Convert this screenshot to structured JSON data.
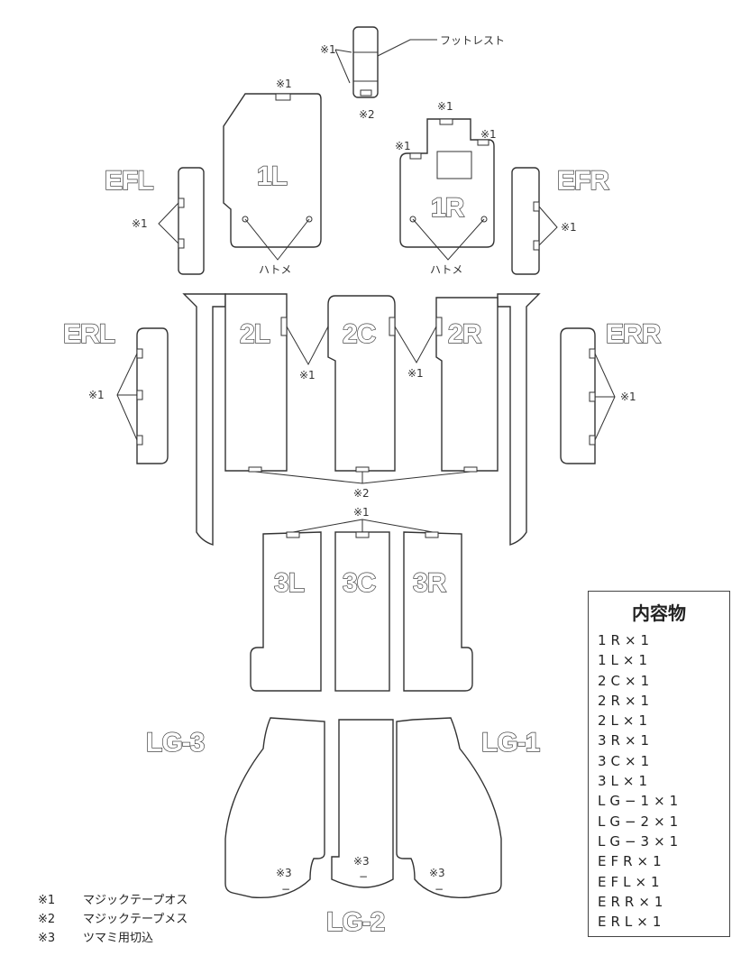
{
  "labels": {
    "EFL": "EFL",
    "L1": "1L",
    "R1": "1R",
    "EFR": "EFR",
    "ERL": "ERL",
    "L2": "2L",
    "C2": "2C",
    "R2": "2R",
    "ERR": "ERR",
    "L3": "3L",
    "C3": "3C",
    "R3": "3R",
    "LG3": "LG-3",
    "LG2": "LG-2",
    "LG1": "LG-1"
  },
  "annotations": {
    "footrest": "フットレスト",
    "grommet": "ハトメ",
    "m1": "※1",
    "m2": "※2",
    "m3": "※3",
    "dash": "−"
  },
  "legend": [
    {
      "mark": "※1",
      "text": "マジックテープオス"
    },
    {
      "mark": "※2",
      "text": "マジックテープメス"
    },
    {
      "mark": "※3",
      "text": "ツマミ用切込"
    }
  ],
  "contents": {
    "title": "内容物",
    "items": [
      "1R×1",
      "1L×1",
      "2C×1",
      "2R×1",
      "2L×1",
      "3R×1",
      "3C×1",
      "3L×1",
      "LG−1×1",
      "LG−2×1",
      "LG−3×1",
      "EFR×1",
      "EFL×1",
      "ERR×1",
      "ERL×1"
    ]
  }
}
